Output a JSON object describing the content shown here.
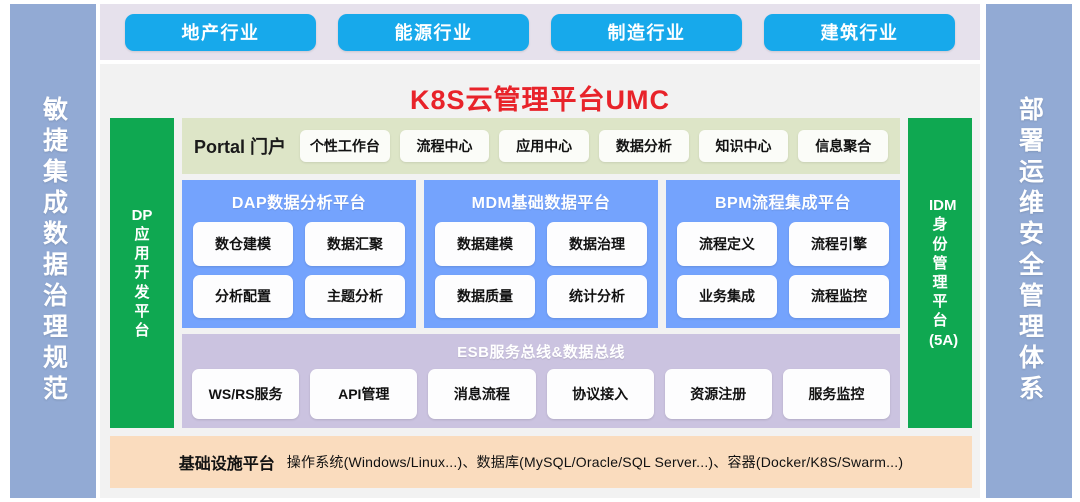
{
  "left_rail": {
    "text": "敏捷集成数据治理规范"
  },
  "right_rail": {
    "text": "部署运维安全管理体系"
  },
  "industries": [
    {
      "label": "地产行业"
    },
    {
      "label": "能源行业"
    },
    {
      "label": "制造行业"
    },
    {
      "label": "建筑行业"
    }
  ],
  "platform_title": "K8S云管理平台UMC",
  "left_column": {
    "latin": "DP",
    "cjk": "应用开发平台"
  },
  "right_column": {
    "latin": "IDM",
    "cjk": "身份管理平台",
    "suffix": "(5A)"
  },
  "portal": {
    "label": "Portal 门户",
    "items": [
      {
        "label": "个性工作台"
      },
      {
        "label": "流程中心"
      },
      {
        "label": "应用中心"
      },
      {
        "label": "数据分析"
      },
      {
        "label": "知识中心"
      },
      {
        "label": "信息聚合"
      }
    ]
  },
  "platforms": [
    {
      "title": "DAP数据分析平台",
      "items": [
        {
          "label": "数仓建模"
        },
        {
          "label": "数据汇聚"
        },
        {
          "label": "分析配置"
        },
        {
          "label": "主题分析"
        }
      ]
    },
    {
      "title": "MDM基础数据平台",
      "items": [
        {
          "label": "数据建模"
        },
        {
          "label": "数据治理"
        },
        {
          "label": "数据质量"
        },
        {
          "label": "统计分析"
        }
      ]
    },
    {
      "title": "BPM流程集成平台",
      "items": [
        {
          "label": "流程定义"
        },
        {
          "label": "流程引擎"
        },
        {
          "label": "业务集成"
        },
        {
          "label": "流程监控"
        }
      ]
    }
  ],
  "esb": {
    "title": "ESB服务总线&数据总线",
    "items": [
      {
        "label": "WS/RS服务"
      },
      {
        "label": "API管理"
      },
      {
        "label": "消息流程"
      },
      {
        "label": "协议接入"
      },
      {
        "label": "资源注册"
      },
      {
        "label": "服务监控"
      }
    ]
  },
  "infrastructure": {
    "label": "基础设施平台",
    "description": "操作系统(Windows/Linux...)、数据库(MySQL/Oracle/SQL Server...)、容器(Docker/K8S/Swarm...)"
  },
  "colors": {
    "rail": "#92AAD4",
    "industry_button": "#17A9EB",
    "title_red": "#E8232A",
    "green_column": "#0FA851",
    "portal_band": "#DDE5C7",
    "platform_blue": "#74A3FD",
    "esb_purple": "#CBC3E0",
    "infra_orange": "#FADCBE"
  }
}
